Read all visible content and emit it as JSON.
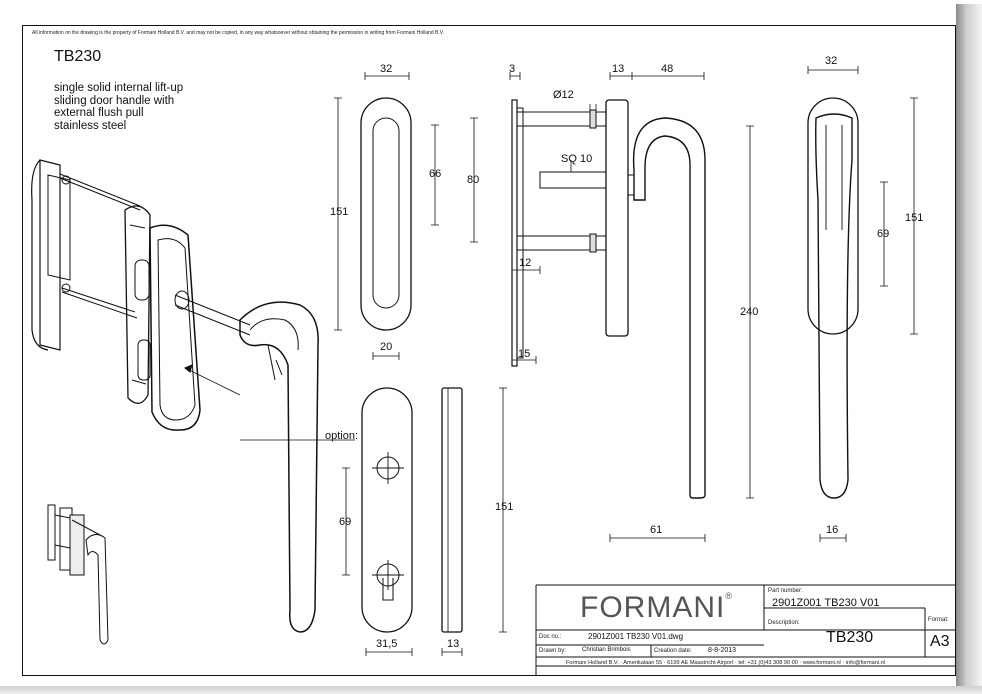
{
  "copyright": "All information on the drawing is the property of Formani Holland B.V. and may not be copied, in any way whatsoever without obtaining the permission in writing from Formani Holland B.V.",
  "title": "TB230",
  "description": [
    "single solid internal lift-up",
    "sliding door handle with",
    "external flush pull",
    "stainless steel"
  ],
  "labels": {
    "option": "option:",
    "diameter": "Ø12",
    "square": "SQ 10"
  },
  "dimensions": {
    "d32a": "32",
    "d151a": "151",
    "d66": "66",
    "d80": "80",
    "d20": "20",
    "d3": "3",
    "d13a": "13",
    "d48": "48",
    "d12": "12",
    "d15": "15",
    "d240": "240",
    "d61": "61",
    "d32b": "32",
    "d69a": "69",
    "d151b": "151",
    "d16": "16",
    "d69b": "69",
    "d151c": "151",
    "d31_5": "31,5",
    "d13b": "13"
  },
  "title_block": {
    "logo": "FORMANI",
    "logo_mark": "®",
    "part_number_label": "Part number:",
    "part_number": "2901Z001 TB230 V01",
    "description_label": "Description:",
    "description": "TB230",
    "format_label": "Format:",
    "format": "A3",
    "doc_no_label": "Doc no.:",
    "doc_no": "2901Z001 TB230 V01.dwg",
    "drawn_by_label": "Drawn by:",
    "drawn_by": "Christian Brimbois",
    "creation_date_label": "Creation date:",
    "creation_date": "8-8-2013",
    "address": "Formani Holland B.V. · Amerikalaan 55 · 6199 AE Maastricht Airport · tel: +31 (0)43 308 90 00 · www.formani.nl · info@formani.nl"
  }
}
